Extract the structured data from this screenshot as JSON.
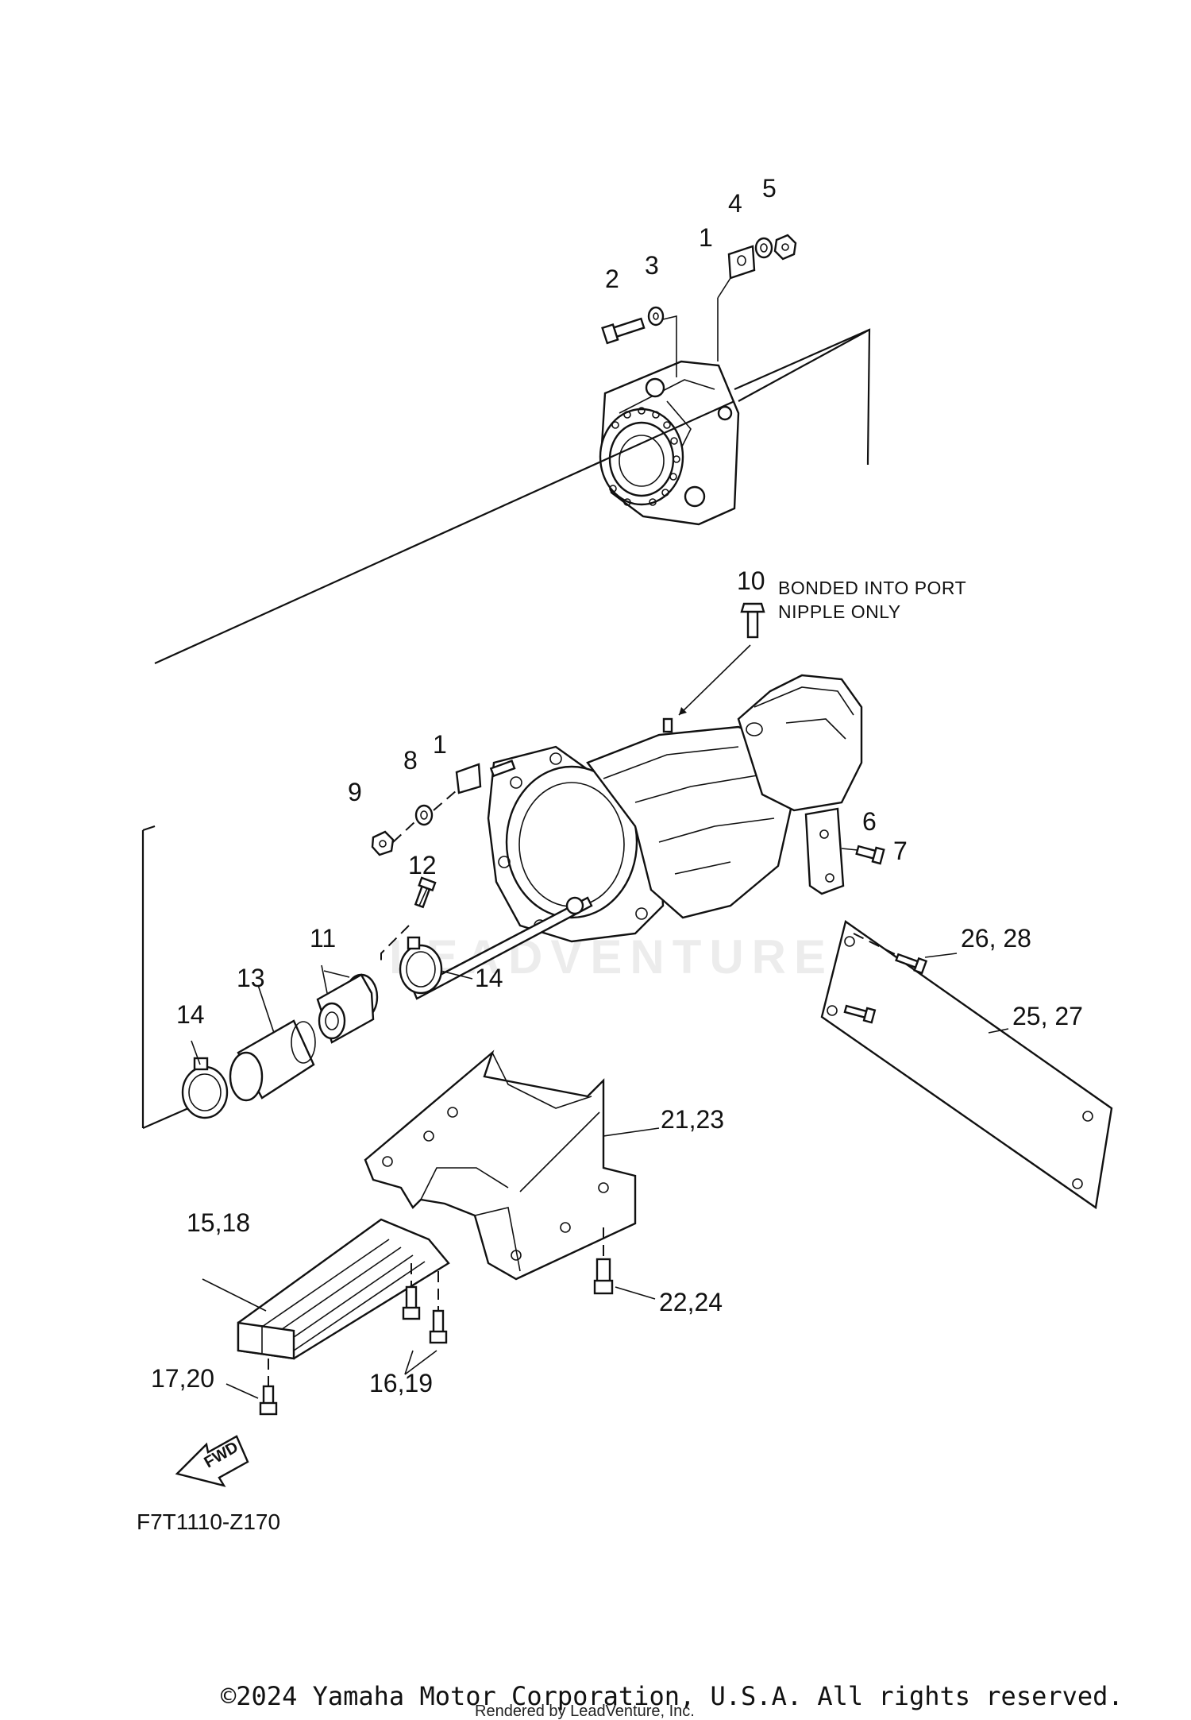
{
  "callouts": {
    "c1_top": "1",
    "c2": "2",
    "c3": "3",
    "c4": "4",
    "c5": "5",
    "c10": "10",
    "c1_mid": "1",
    "c8": "8",
    "c9": "9",
    "c6": "6",
    "c7": "7",
    "c12": "12",
    "c11": "11",
    "c13": "13",
    "c14_right": "14",
    "c14_left": "14",
    "c26_28": "26, 28",
    "c25_27": "25, 27",
    "c21_23": "21,23",
    "c15_18": "15,18",
    "c22_24": "22,24",
    "c17_20": "17,20",
    "c16_19": "16,19"
  },
  "note": {
    "line1": "BONDED INTO PORT",
    "line2": "NIPPLE ONLY"
  },
  "fwd_label": "FWD",
  "diagram_code": "F7T1110-Z170",
  "copyright": "©2024 Yamaha Motor Corporation, U.S.A. All rights reserved.",
  "rendered_by": "Rendered by LeadVenture, Inc.",
  "watermark": "LEADVENTURE"
}
